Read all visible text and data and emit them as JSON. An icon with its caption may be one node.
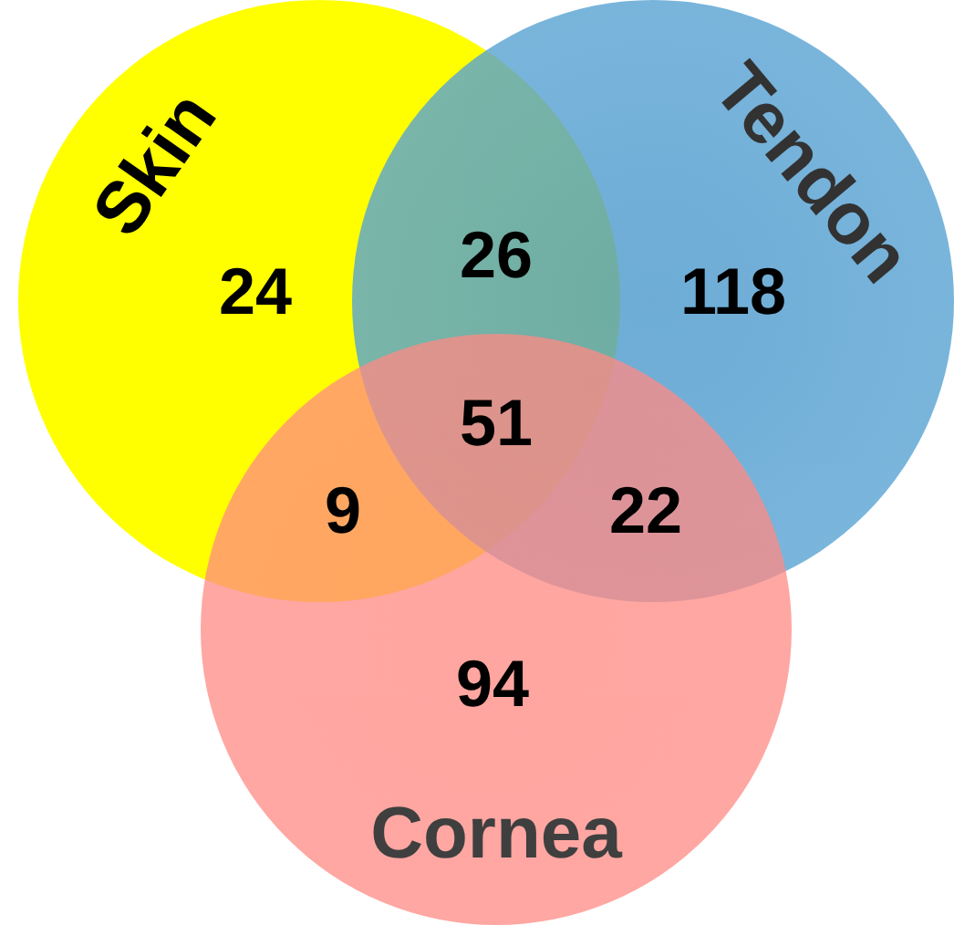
{
  "diagram": {
    "nodes": [
      {
        "text": [
          "Skin"
        ]
      },
      {
        "text": [
          "Tendon"
        ]
      },
      {
        "text": [
          "Cornea"
        ]
      }
    ],
    "labels": [
      "26",
      "24",
      "118",
      "51",
      "9",
      "22",
      "94"
    ]
  }
}
